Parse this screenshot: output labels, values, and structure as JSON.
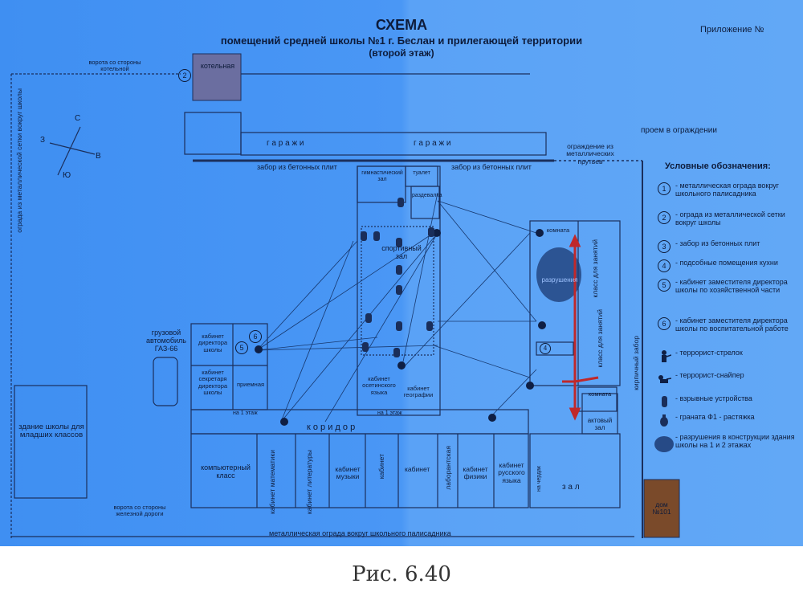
{
  "header": {
    "title": "СХЕМА",
    "subtitle": "помещений средней школы №1 г. Беслан и прилегающей территории",
    "floor": "(второй этаж)",
    "appendix": "Приложение №"
  },
  "compass": {
    "n": "С",
    "s": "Ю",
    "e": "В",
    "w": "З"
  },
  "site_labels": {
    "gate_boiler": "ворота со стороны котельной",
    "boiler": "котельная",
    "garages": "г а р а ж и",
    "garages2": "г а р а ж и",
    "fence_concrete_1": "забор из бетонных плит",
    "fence_concrete_2": "забор из бетонных плит",
    "fence_metal_rods": "ограждение из металлических прутьев",
    "fence_gap": "проем в ограждении",
    "fence_mesh_vertical": "ограда из металлической сетки вокруг школы",
    "truck": "грузовой автомобиль ГАЗ-66",
    "junior_building": "здание школы для младших классов",
    "gate_railway": "ворота со стороны железной дороги",
    "fence_bottom": "металлическая ограда вокруг школьного палисадника",
    "brick_fence": "кирпичный забор",
    "house": "дом №101"
  },
  "rooms": {
    "gym_hall_small": "гимнастический зал",
    "toilet": "туалет",
    "changing": "раздевалка",
    "sport_hall": "спортивный зал",
    "deputy_director": "кабинет директора школы",
    "secretary": "кабинет секретаря директора школы",
    "reception": "приемная",
    "ossetian": "кабинет осетинского языка",
    "geography": "кабинет географии",
    "floor_1_left": "на 1 этаж",
    "floor_1_right": "на 1 этаж",
    "corridor": "к о р и д о р",
    "computer": "компьютерный класс",
    "math": "кабинет математики",
    "literature": "кабинет литературы",
    "music": "кабинет музыки",
    "cabinet": "кабинет",
    "lab": "лаборантская",
    "physics": "кабинет физики",
    "russian": "кабинет русского языка",
    "attic": "на чердак",
    "hall": "з а л",
    "assembly": "актовый зал",
    "room_top": "комната",
    "room_mid": "комната",
    "classroom_a": "класс для занятий",
    "classroom_b": "класс для занятий",
    "destruction": "разрушения"
  },
  "markers": {
    "m2": "2",
    "m5": "5",
    "m6": "6",
    "m4": "4"
  },
  "legend": {
    "title": "Условные обозначения:",
    "items": [
      {
        "sym": "1",
        "text": "- металлическая ограда вокруг школьного палисадника"
      },
      {
        "sym": "2",
        "text": "- ограда из металлической сетки вокруг школы"
      },
      {
        "sym": "3",
        "text": "- забор из бетонных плит"
      },
      {
        "sym": "4",
        "text": "- подсобные помещения кухни"
      },
      {
        "sym": "5",
        "text": "- кабинет заместителя директора школы по хозяйственной части"
      },
      {
        "sym": "6",
        "text": "- кабинет заместителя директора школы по воспитательной работе"
      },
      {
        "sym": "shooter",
        "text": "- террорист-стрелок"
      },
      {
        "sym": "sniper",
        "text": "- террорист-снайпер"
      },
      {
        "sym": "bomb",
        "text": "- взрывные устройства"
      },
      {
        "sym": "grenade",
        "text": "- граната Ф1 - растяжка"
      },
      {
        "sym": "blast",
        "text": "- разрушения в конструкции здания школы на 1 и 2 этажах"
      }
    ]
  },
  "caption": "Рис. 6.40",
  "colors": {
    "paper": "#4a97f5",
    "ink": "#0d1b3a",
    "boiler": "#6b4a3a",
    "house": "#7a4a2a",
    "arrow_red": "#c0282a"
  }
}
